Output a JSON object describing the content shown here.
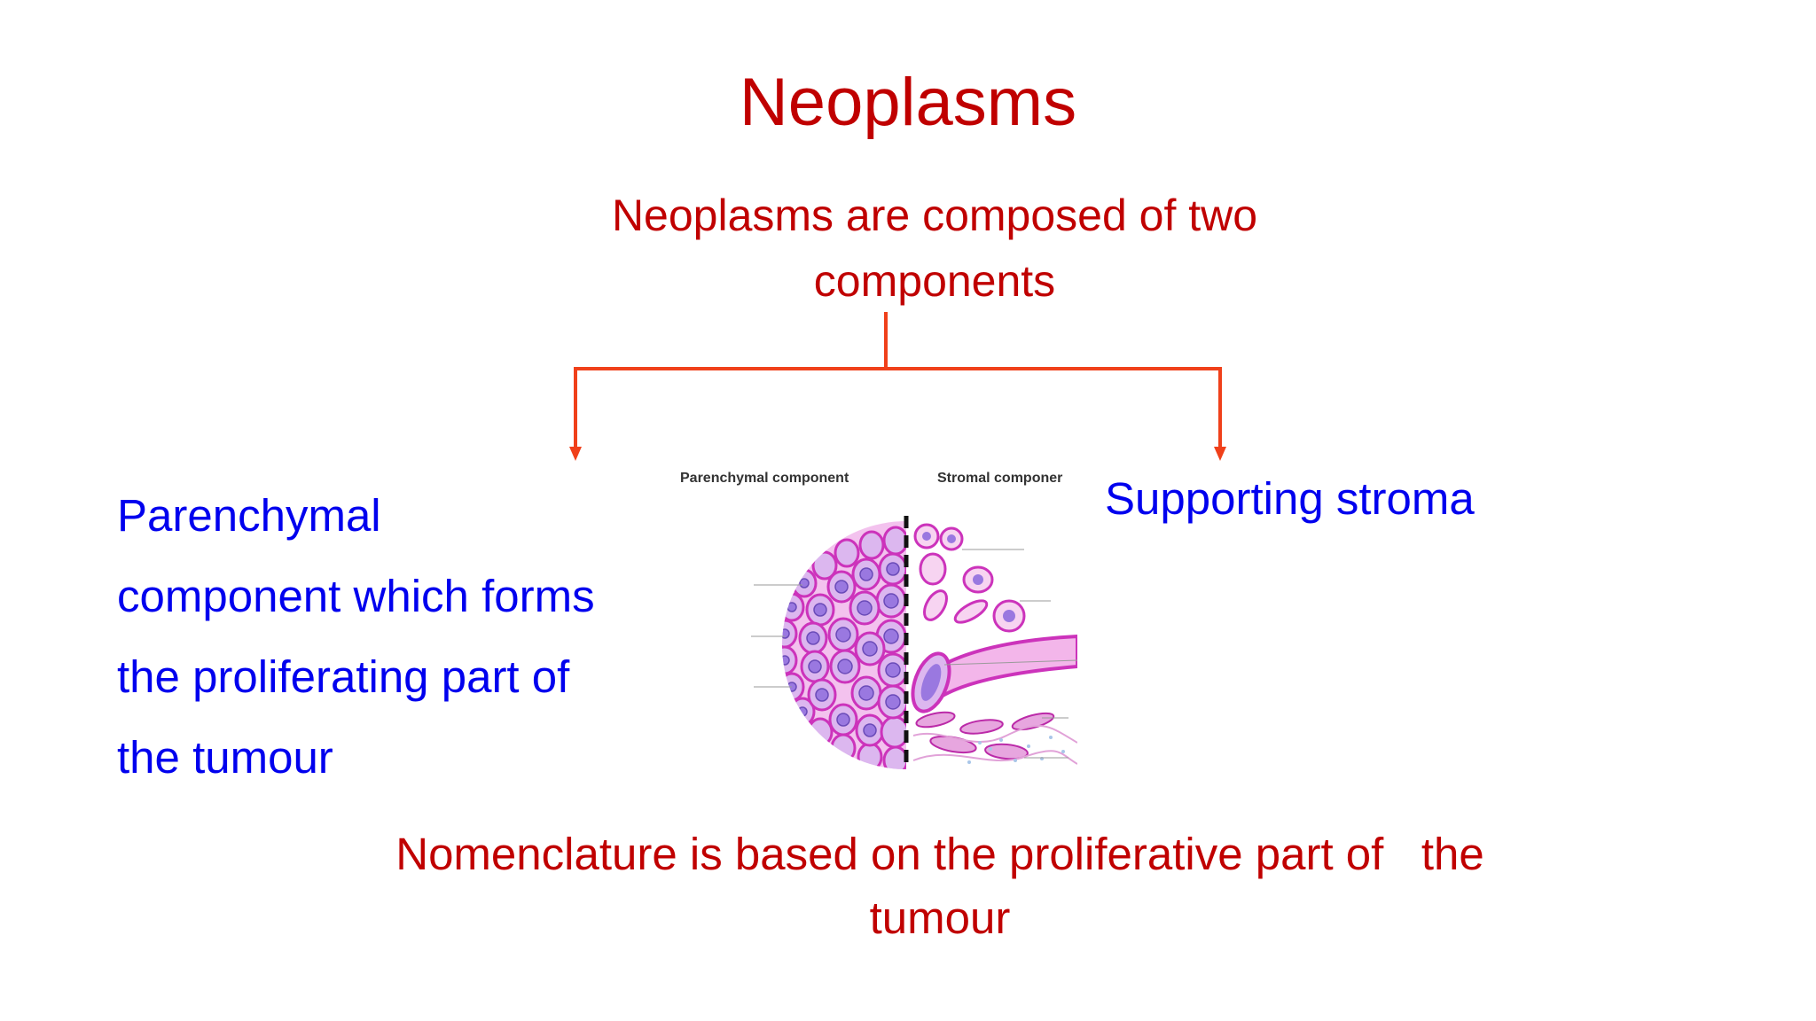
{
  "title": "Neoplasms",
  "subtitle": "Neoplasms are composed of two components",
  "left_branch": {
    "lines": [
      "Parenchymal",
      "component which forms",
      "the proliferating part of",
      "the tumour"
    ]
  },
  "right_branch": {
    "text": "Supporting stroma"
  },
  "illustration": {
    "left_label": "Parenchymal component",
    "right_label": "Stromal componer"
  },
  "footer": {
    "line1": "Nomenclature is based on the proliferative part of   the",
    "line2": "tumour"
  },
  "colors": {
    "heading": "#c00000",
    "body": "#0000ee",
    "connector": "#f0401a"
  }
}
